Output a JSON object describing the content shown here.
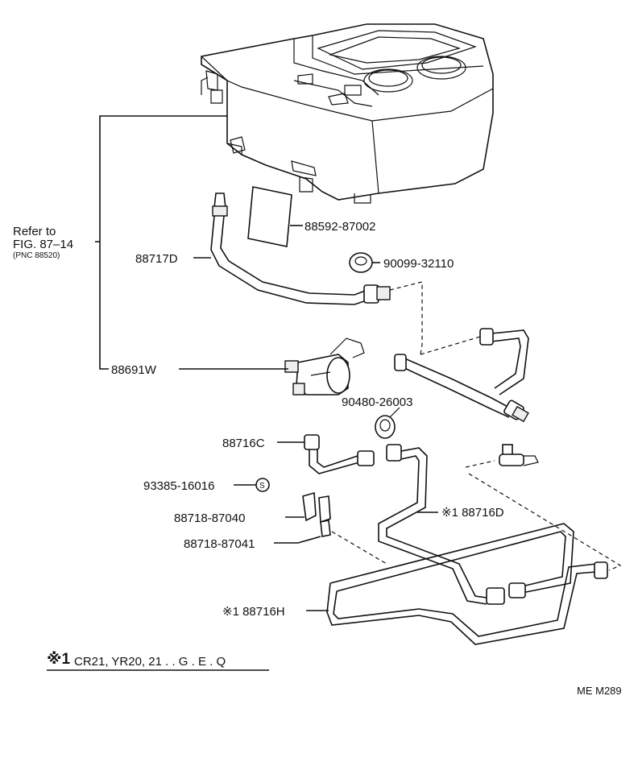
{
  "refer": {
    "line1": "Refer to",
    "line2": "FIG. 87–14",
    "line3": "(PNC 88520)"
  },
  "parts": {
    "label_88592": "88592-87002",
    "hose_88717D": "88717D",
    "grommet_90099": "90099-32110",
    "valve_88691W": "88691W",
    "grommet_90480": "90480-26003",
    "tube_88716C": "88716C",
    "clip_93385": "93385-16016",
    "clip_s_mark": "S",
    "clamp_88718_87040": "88718-87040",
    "clamp_88718_87041": "88718-87041",
    "tube_88716D": "※1 88716D",
    "tube_88716H": "※1 88716H"
  },
  "footnote": {
    "mark": "※1",
    "text": "CR21, YR20, 21 . . G . E . Q"
  },
  "figure_code": "ME M289"
}
